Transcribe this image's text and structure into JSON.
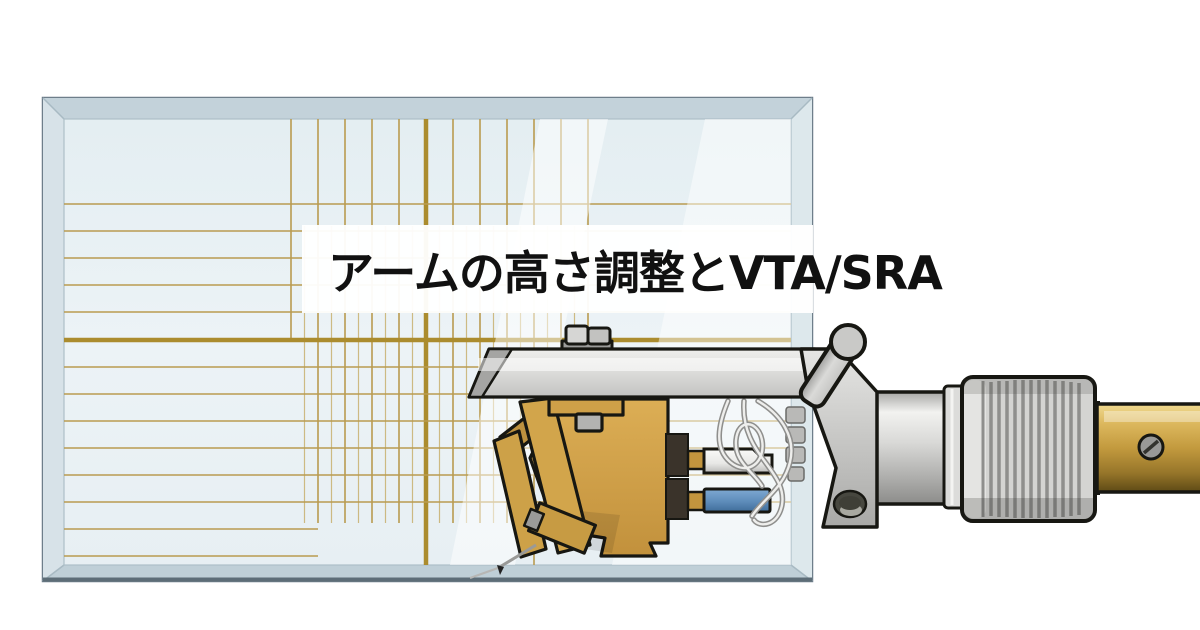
{
  "title": {
    "text": "アームの高さ調整とVTA/SRA"
  },
  "illustration": {
    "parts": [
      "glass-gauge-block",
      "gold-grid-lines",
      "headshell-plate",
      "headshell-mounting-bolt",
      "finger-lift",
      "headshell-collar",
      "knurled-locking-ring",
      "tonearm-tube",
      "tonearm-tube-screw",
      "cartridge-body",
      "stylus-cantilever",
      "cartridge-pins",
      "white-lead-connector",
      "blue-lead-connector",
      "lead-wires"
    ]
  },
  "palette": {
    "background": "#ffffff",
    "band_bg": "rgba(255,255,255,0.78)",
    "title_color": "#111111",
    "glass_face": "#ebf2f5",
    "glass_bevel": "#c9d8df",
    "gold_grid": "#b99b50",
    "gold_grid_bold": "#ab8c2e",
    "cartridge_gold": "#d2a54b",
    "cartridge_gold_dark": "#bd913f",
    "metal_light": "#d6d6d4",
    "metal_mid": "#b5b5b3",
    "connector_blue": "#6795c4",
    "outline": "#171712"
  }
}
